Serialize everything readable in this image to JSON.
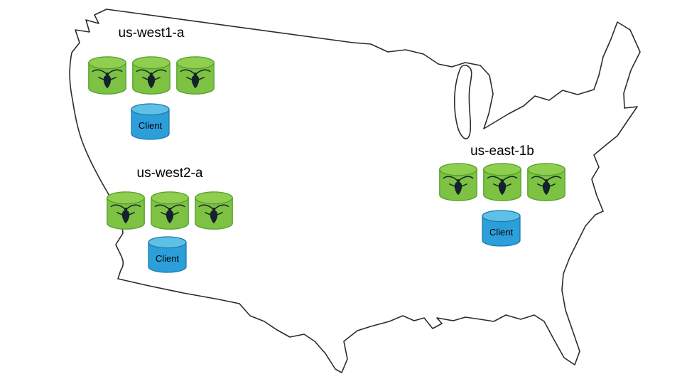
{
  "diagram": {
    "clusters": [
      {
        "label": "us-west1-a",
        "client_label": "Client",
        "nodes": 3
      },
      {
        "label": "us-west2-a",
        "client_label": "Client",
        "nodes": 3
      },
      {
        "label": "us-east-1b",
        "client_label": "Client",
        "nodes": 3
      }
    ],
    "icons": {
      "node_icon": "cockroach-icon",
      "map_icon": "us-map-outline"
    },
    "colors": {
      "node_green": "#7DC242",
      "node_green_top": "#8FCE4F",
      "node_green_stroke": "#55A02C",
      "client_blue": "#2C9FDA",
      "client_blue_top": "#5FC0E6",
      "client_blue_stroke": "#1B7AAE",
      "map_outline": "#2b2b2b",
      "icon_dark": "#13222c"
    }
  }
}
